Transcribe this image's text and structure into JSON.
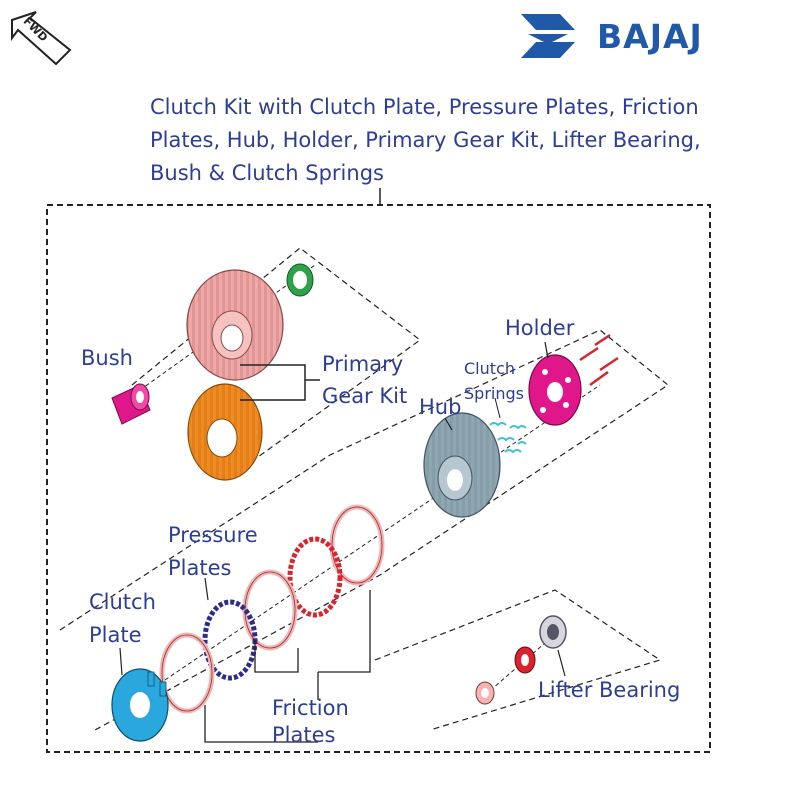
{
  "brand": {
    "name": "BAJAJ",
    "color": "#1f59a7"
  },
  "fwd_badge": {
    "text": "FWD",
    "icon": "arrow-icon"
  },
  "title": {
    "line1": "Clutch Kit with Clutch Plate, Pressure Plates, Friction",
    "line2": "Plates, Hub, Holder, Primary Gear Kit, Lifter Bearing,",
    "line3": "Bush & Clutch Springs"
  },
  "labels": {
    "bush": "Bush",
    "primary": "Primary",
    "gear_kit": "Gear Kit",
    "holder": "Holder",
    "clutch_springs_1": "Clutch",
    "clutch_springs_2": "Springs",
    "hub": "Hub",
    "pressure": "Pressure",
    "pressure_plates": "Plates",
    "clutch": "Clutch",
    "clutch_plate": "Plate",
    "friction": "Friction",
    "friction_plates": "Plates",
    "lifter_bearing": "Lifter Bearing"
  },
  "colors": {
    "label_text": "#2e3d96",
    "primary_gear_housing": "#f2a7a6",
    "primary_gear": "#f28a1f",
    "bush": "#e0178a",
    "thrust_washer": "#2ea24a",
    "holder": "#e0178a",
    "hub": "#8fa7b3",
    "springs": "#3ec1d3",
    "friction_plate": "#f7b2b2",
    "pressure_plate_dark": "#2e2e8a",
    "pressure_plate_red": "#d9232e",
    "clutch_plate": "#2aa7dc",
    "lifter_bearing": "#555566"
  }
}
